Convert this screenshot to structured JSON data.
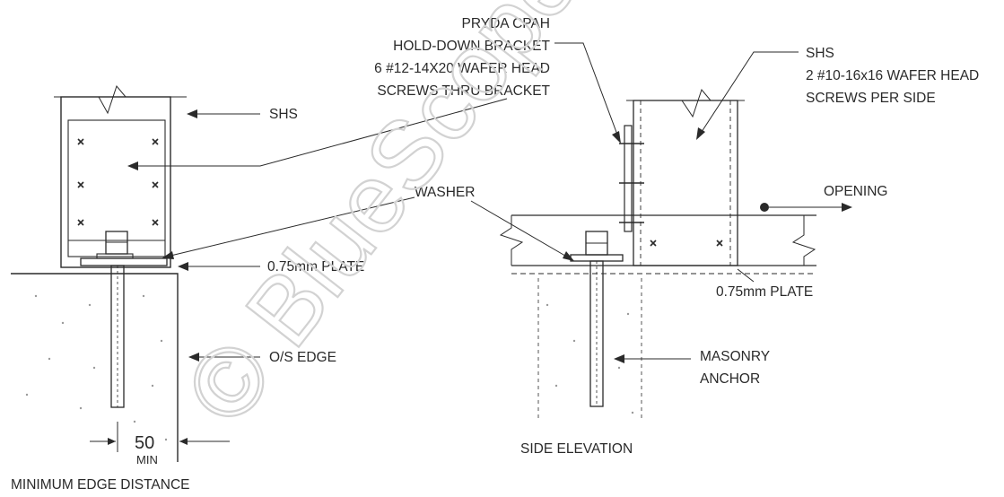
{
  "labels": {
    "bracket": [
      "PRYDA CPAH",
      "HOLD-DOWN BRACKET",
      "6 #12-14X20 WAFER HEAD",
      "SCREWS THRU BRACKET"
    ],
    "shs_left": "SHS",
    "shs_right": [
      "SHS",
      "2 #10-16x16 WAFER HEAD",
      "SCREWS PER SIDE"
    ],
    "washer": "WASHER",
    "opening": "OPENING",
    "plate_left": "0.75mm  PLATE",
    "plate_right": "0.75mm  PLATE",
    "os_edge": "O/S EDGE",
    "masonry_anchor": [
      "MASONRY",
      "ANCHOR"
    ],
    "dimension_value": "50",
    "dimension_min": "MIN",
    "side_elevation": "SIDE ELEVATION",
    "min_edge_distance": "MINIMUM EDGE DISTANCE"
  },
  "watermark": "© BlueScope",
  "colors": {
    "line": "#2a2a2a",
    "watermark": "#d2d2d2"
  }
}
